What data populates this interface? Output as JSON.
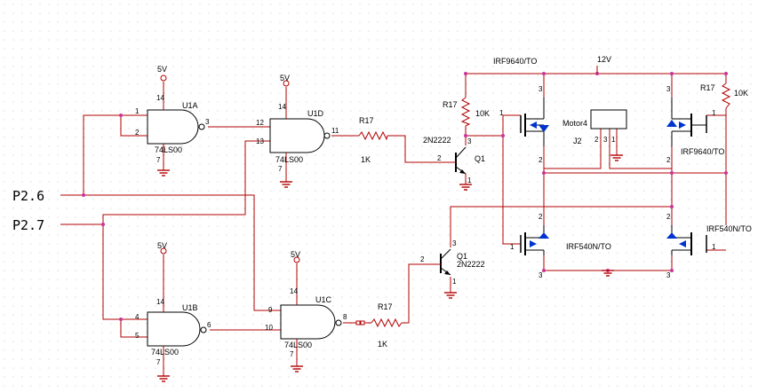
{
  "schematic": {
    "ports": {
      "p26": "P2.6",
      "p27": "P2.7"
    },
    "gates": {
      "u1a": {
        "ref": "U1A",
        "part": "74LS00",
        "vcc": "5V",
        "pins": [
          "1",
          "2",
          "3",
          "14",
          "7"
        ]
      },
      "u1b": {
        "ref": "U1B",
        "part": "74LS00",
        "vcc": "5V",
        "pins": [
          "4",
          "5",
          "6",
          "14",
          "7"
        ]
      },
      "u1c": {
        "ref": "U1C",
        "part": "74LS00",
        "vcc": "5V",
        "pins": [
          "9",
          "10",
          "8",
          "14",
          "7"
        ]
      },
      "u1d": {
        "ref": "U1D",
        "part": "74LS00",
        "vcc": "5V",
        "pins": [
          "12",
          "13",
          "11",
          "14",
          "7"
        ]
      }
    },
    "resistors": {
      "r_top": {
        "ref": "R17",
        "value": "1K"
      },
      "r_bot": {
        "ref": "R17",
        "value": "1K"
      },
      "r_left": {
        "ref": "R17",
        "value": "10K"
      },
      "r_right": {
        "ref": "R17",
        "value": "10K"
      }
    },
    "transistors": {
      "q_top": {
        "ref": "Q1",
        "part": "2N2222",
        "pins": [
          "2",
          "3",
          "1"
        ]
      },
      "q_bot": {
        "ref": "Q1",
        "part": "2N2222",
        "pins": [
          "2",
          "3",
          "1"
        ]
      }
    },
    "mosfets": {
      "m_tl": {
        "part": "IRF9640/TO",
        "pins": [
          "1",
          "2",
          "3"
        ]
      },
      "m_tr": {
        "part": "IRF9640/TO",
        "pins": [
          "1",
          "2",
          "3"
        ]
      },
      "m_bl": {
        "part": "IRF540N/TO",
        "pins": [
          "1",
          "2",
          "3"
        ]
      },
      "m_br": {
        "part": "IRF540N/TO",
        "pins": [
          "1",
          "2",
          "3"
        ]
      }
    },
    "motor": {
      "label": "Motor4",
      "ref": "J2",
      "pins": [
        "2",
        "3",
        "1"
      ]
    },
    "supply": "12V"
  }
}
